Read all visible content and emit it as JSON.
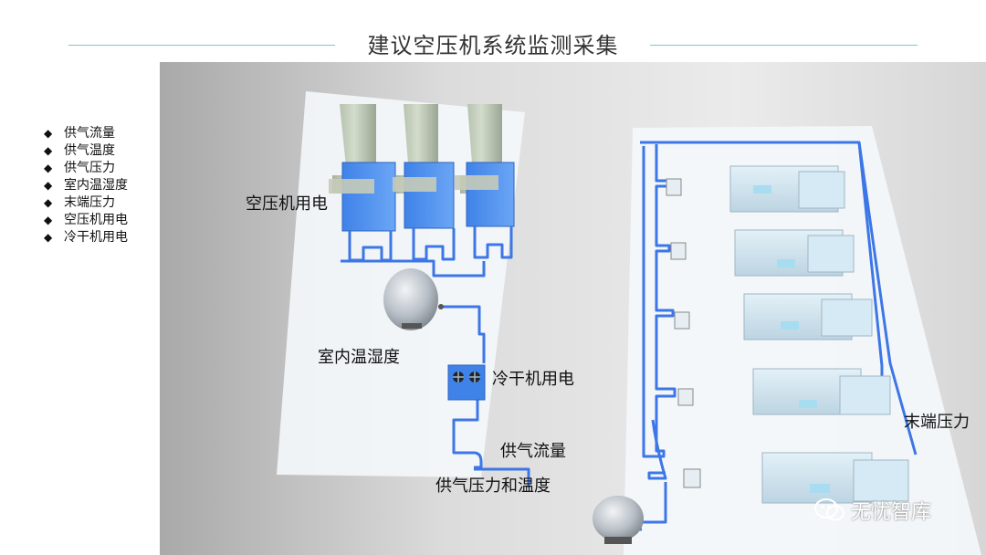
{
  "title": "建议空压机系统监测采集",
  "legend": [
    {
      "label": "供气流量"
    },
    {
      "label": "供气温度"
    },
    {
      "label": "供气压力"
    },
    {
      "label": "室内温湿度"
    },
    {
      "label": "末端压力"
    },
    {
      "label": "空压机用电"
    },
    {
      "label": "冷干机用电"
    }
  ],
  "diagram": {
    "labels": {
      "compressor_power": "空压机用电",
      "indoor_temp_humidity": "室内温湿度",
      "dryer_power": "冷干机用电",
      "supply_flow": "供气流量",
      "supply_pressure_temp": "供气压力和温度",
      "end_pressure": "末端压力"
    }
  },
  "watermark": {
    "text": "无忧智库",
    "icon": "wechat-icon"
  },
  "colors": {
    "pipe": "#3d76e6",
    "equipment_blue": "#4d8ff0",
    "title_line": "#7fc6c4"
  }
}
